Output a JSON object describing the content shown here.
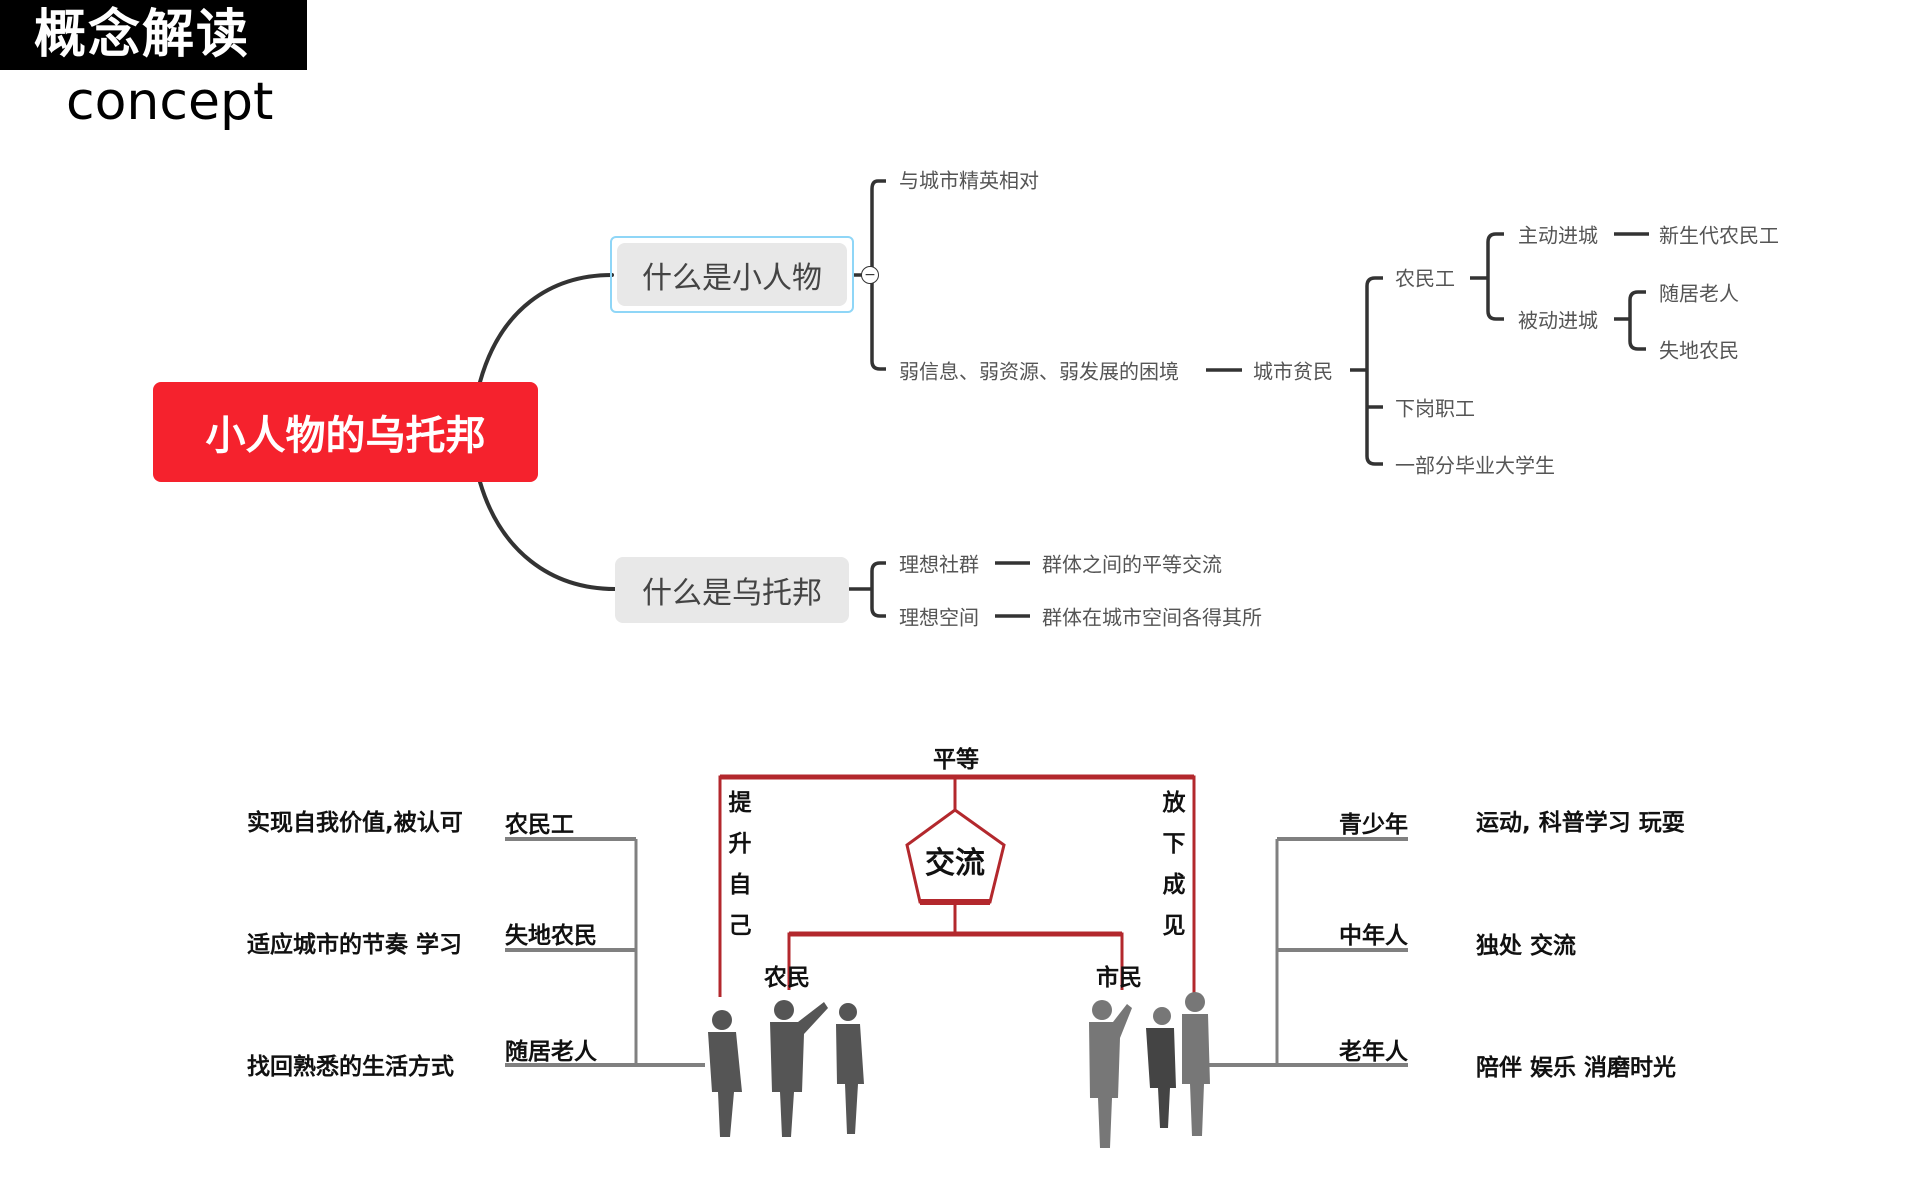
{
  "header": {
    "title": "概念解读",
    "subtitle": "concept"
  },
  "mindmap": {
    "root": "小人物的乌托邦",
    "topic1": {
      "label": "什么是小人物",
      "children": [
        "与城市精英相对",
        "弱信息、弱资源、弱发展的困境"
      ],
      "urban_poor": "城市贫民",
      "poor_children": [
        "农民工",
        "下岗职工",
        "一部分毕业大学生"
      ],
      "migrant_children": [
        "主动进城",
        "被动进城"
      ],
      "active_child": "新生代农民工",
      "passive_children": [
        "随居老人",
        "失地农民"
      ]
    },
    "topic2": {
      "label": "什么是乌托邦",
      "children": [
        {
          "label": "理想社群",
          "detail": "群体之间的平等交流"
        },
        {
          "label": "理想空间",
          "detail": "群体在城市空间各得其所"
        }
      ]
    }
  },
  "diagram": {
    "top_label": "平等",
    "center_label": "交流",
    "left_vertical": [
      "提",
      "升",
      "自",
      "己"
    ],
    "right_vertical": [
      "放",
      "下",
      "成",
      "见"
    ],
    "left_group": "农民",
    "right_group": "市民",
    "left_rows": [
      {
        "desc": "实现自我价值,被认可",
        "label": "农民工"
      },
      {
        "desc": "适应城市的节奏 学习",
        "label": "失地农民"
      },
      {
        "desc": "找回熟悉的生活方式",
        "label": "随居老人"
      }
    ],
    "right_rows": [
      {
        "label": "青少年",
        "desc": "运动, 科普学习 玩耍"
      },
      {
        "label": "中年人",
        "desc": "独处 交流"
      },
      {
        "label": "老年人",
        "desc": "陪伴 娱乐 消磨时光"
      }
    ],
    "colors": {
      "red": "#b3282d",
      "gray": "#808080",
      "root": "#f5222d"
    }
  }
}
